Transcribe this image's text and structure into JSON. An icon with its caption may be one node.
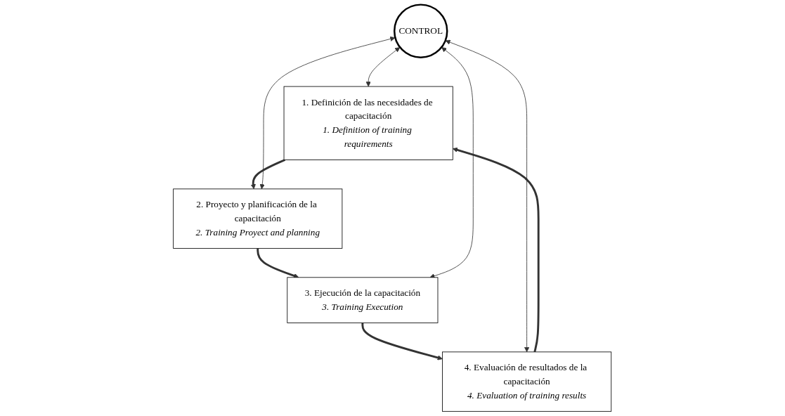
{
  "diagram": {
    "nodes": [
      {
        "text": [
          "1. Definición de las necesidades de capacitación",
          "1. Definition of training requirements"
        ]
      },
      {
        "text": [
          "4. Evaluación de resultados de la capacitación",
          "4. Evaluation of training results"
        ]
      },
      {
        "text": [
          "CONTROL"
        ]
      },
      {
        "text": [
          "2. Proyecto y planificación de la capacitación",
          "2. Training Proyect and planning"
        ]
      },
      {
        "text": [
          "3. Ejecución de la capacitación",
          "3. Training Execution"
        ]
      }
    ],
    "edges": [
      {
        "from": 0,
        "to": 3,
        "arrow": "to",
        "style": "thick"
      },
      {
        "from": 3,
        "to": 4,
        "arrow": "to",
        "style": "thick"
      },
      {
        "from": 4,
        "to": 1,
        "arrow": "to",
        "style": "thick"
      },
      {
        "from": 1,
        "to": 0,
        "arrow": "to",
        "style": "thick"
      },
      {
        "from": 2,
        "to": 0,
        "arrow": "both"
      },
      {
        "from": 2,
        "to": 1,
        "arrow": "both"
      },
      {
        "from": 2,
        "to": 3,
        "arrow": "both"
      },
      {
        "from": 2,
        "to": 4,
        "arrow": "both"
      }
    ]
  }
}
